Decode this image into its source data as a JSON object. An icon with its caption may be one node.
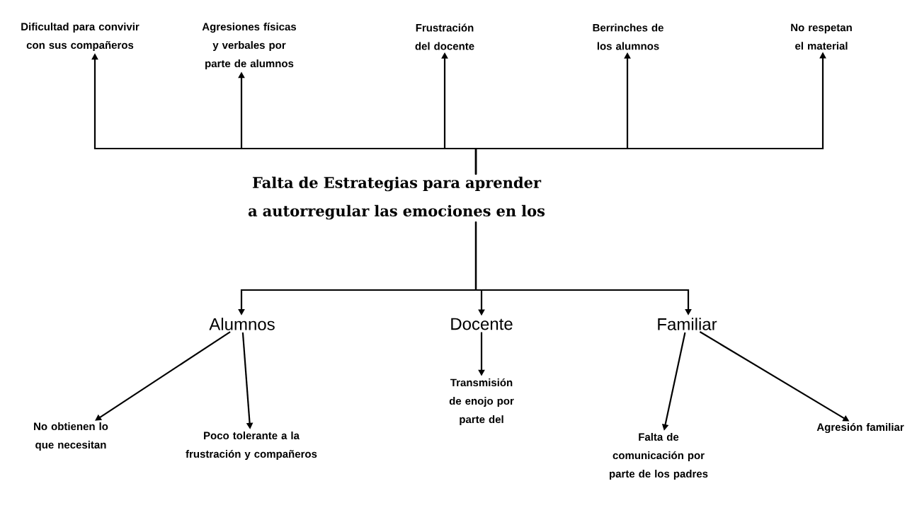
{
  "diagram": {
    "nodes": [
      {
        "text": [
          "Dificultad para convivir con sus compañeros"
        ]
      },
      {
        "text": [
          "Agresiones físicas y verbales por parte de alumnos"
        ]
      },
      {
        "text": [
          "Frustración del docente"
        ]
      },
      {
        "text": [
          "Berrinches de los alumnos"
        ]
      },
      {
        "text": [
          "No respetan el material"
        ]
      },
      {
        "text": [
          "Falta de Estrategias para aprender a autorregular las emociones en los"
        ]
      },
      {
        "text": [
          "Alumnos"
        ]
      },
      {
        "text": [
          "Docente"
        ]
      },
      {
        "text": [
          "Familiar"
        ]
      },
      {
        "text": [
          "No obtienen lo que necesitan"
        ]
      },
      {
        "text": [
          "Poco tolerante a la frustración y compañeros"
        ]
      },
      {
        "text": [
          "Transmisión de enojo por parte del"
        ]
      },
      {
        "text": [
          "Falta de comunicación por parte de los padres"
        ]
      },
      {
        "text": [
          "Agresión familiar"
        ]
      }
    ],
    "edges": [
      {
        "from": 5,
        "to": 0,
        "arrow": "to"
      },
      {
        "from": 5,
        "to": 1,
        "arrow": "to"
      },
      {
        "from": 5,
        "to": 2,
        "arrow": "to"
      },
      {
        "from": 5,
        "to": 3,
        "arrow": "to"
      },
      {
        "from": 5,
        "to": 4,
        "arrow": "to"
      },
      {
        "from": 5,
        "to": 6,
        "arrow": "to"
      },
      {
        "from": 5,
        "to": 7,
        "arrow": "to"
      },
      {
        "from": 5,
        "to": 8,
        "arrow": "to"
      },
      {
        "from": 6,
        "to": 9,
        "arrow": "to"
      },
      {
        "from": 6,
        "to": 10,
        "arrow": "to"
      },
      {
        "from": 7,
        "to": 11,
        "arrow": "to"
      },
      {
        "from": 8,
        "to": 12,
        "arrow": "to"
      },
      {
        "from": 8,
        "to": 13,
        "arrow": "to"
      }
    ]
  }
}
